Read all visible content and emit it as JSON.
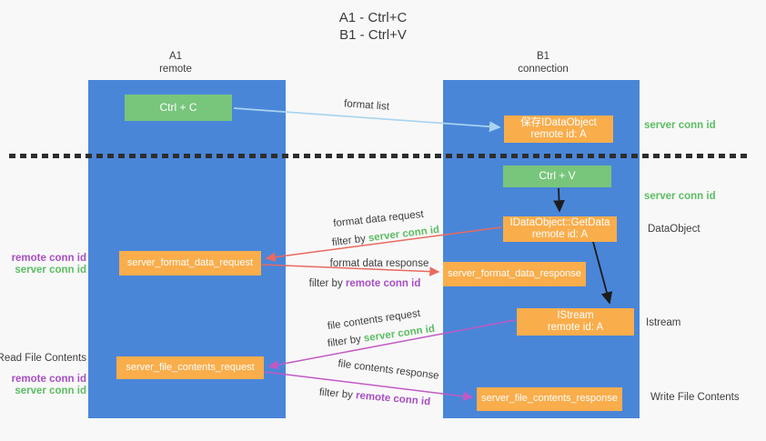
{
  "title": {
    "line1": "A1 - Ctrl+C",
    "line2": "B1 - Ctrl+V"
  },
  "columns": {
    "a": {
      "name": "A1",
      "subtitle": "remote"
    },
    "b": {
      "name": "B1",
      "subtitle": "connection"
    }
  },
  "nodes": {
    "ctrl_c": "Ctrl + C",
    "ctrl_v": "Ctrl + V",
    "save_idataobject": {
      "line1": "保存IDataObject",
      "line2": "remote id: A"
    },
    "getdata": {
      "line1": "IDataObject::GetData",
      "line2": "remote id: A"
    },
    "istream": {
      "line1": "IStream",
      "line2": "remote id: A"
    },
    "server_format_data_request": "server_format_data_request",
    "server_format_data_response": "server_format_data_response",
    "server_file_contents_request": "server_file_contents_request",
    "server_file_contents_response": "server_file_contents_response"
  },
  "edge_labels": {
    "format_list": "format list",
    "format_data_request": "format data request",
    "format_data_response": "format data response",
    "file_contents_request": "file contents request",
    "file_contents_response": "file contents response",
    "filter_by": "filter by",
    "server_conn_id": "server conn id",
    "remote_conn_id": "remote conn id"
  },
  "annotations": {
    "right": {
      "server_conn_id_top": "server conn id",
      "server_conn_id_mid": "server conn id",
      "dataobject": "DataObject",
      "istream": "Istream",
      "write_file_contents": "Write File Contents"
    },
    "left": {
      "remote_conn_id_1": "remote conn id",
      "server_conn_id_1": "server conn id",
      "read_file_contents": "Read File Contents",
      "remote_conn_id_2": "remote conn id",
      "server_conn_id_2": "server conn id"
    }
  },
  "colors": {
    "lifeline_blue": "#4a86d8",
    "action_green": "#78c57c",
    "message_orange": "#f9ad4b",
    "server_conn_green": "#5cbd63",
    "remote_conn_purple": "#a74fc4",
    "format_arrow_red": "#e96a5e",
    "file_arrow_magenta": "#c159c5",
    "format_list_blue": "#a9d4f0",
    "text_dark": "#3e3e3e"
  }
}
